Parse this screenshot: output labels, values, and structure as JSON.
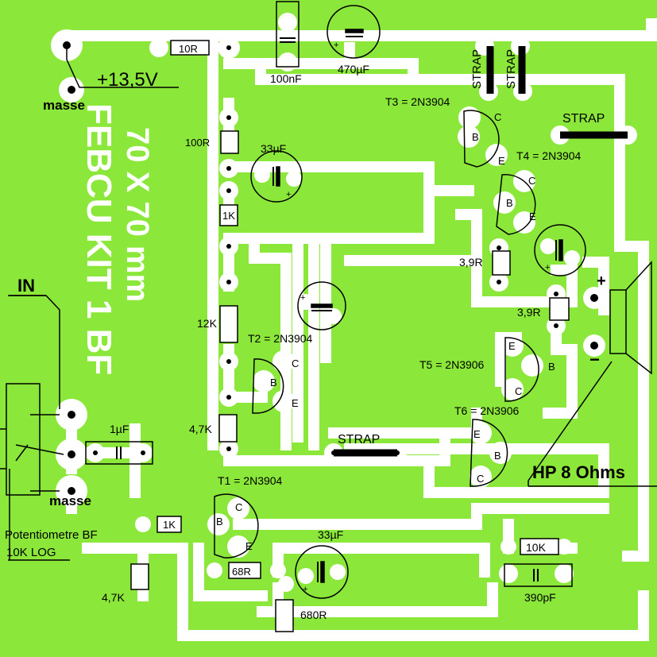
{
  "board": {
    "silk_title_line1": "FEBCU KIT 1 BF",
    "silk_title_line2": "70 X 70 mm",
    "colors": {
      "background": "#8BE83A",
      "copper": "#FFFFFF",
      "silkscreen": "#000000"
    }
  },
  "power": {
    "supply_label": "+13,5V",
    "ground_label": "masse"
  },
  "input": {
    "label": "IN",
    "ground_label": "masse",
    "pot_line1": "Potentiometre BF",
    "pot_line2": "10K LOG"
  },
  "output": {
    "speaker_label": "HP 8 Ohms",
    "plus": "+",
    "minus": "−"
  },
  "straps": {
    "s1": "STRAP",
    "s2": "STRAP",
    "s3": "STRAP",
    "s4": "STRAP"
  },
  "transistors": {
    "t1": "T1 = 2N3904",
    "t2": "T2 = 2N3904",
    "t3": "T3 = 2N3904",
    "t4": "T4 = 2N3904",
    "t5": "T5 = 2N3906",
    "t6": "T6 = 2N3906",
    "pins": {
      "b": "B",
      "c": "C",
      "e": "E"
    }
  },
  "resistors": {
    "r10": "10R",
    "r100": "100R",
    "r1k_top": "1K",
    "r12k": "12K",
    "r47k_mid": "4,7K",
    "r1k_bottom": "1K",
    "r47k_bottom": "4,7K",
    "r68": "68R",
    "r680": "680R",
    "r39_a": "3,9R",
    "r39_b": "3,9R",
    "r10k": "10K"
  },
  "capacitors": {
    "c100n": "100nF",
    "c470u": "470µF",
    "c33u_top": "33µF",
    "c1u": "1µF",
    "c33u_bottom": "33µF",
    "c390p": "390pF"
  }
}
